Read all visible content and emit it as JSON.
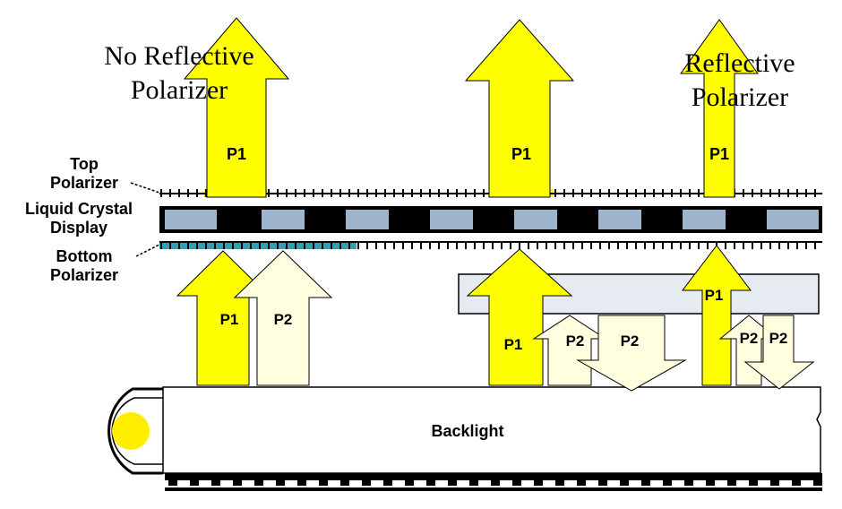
{
  "labels": {
    "no_reflective": [
      "No Reflective",
      "Polarizer"
    ],
    "reflective": [
      "Reflective",
      "Polarizer"
    ],
    "top_polarizer": [
      "Top",
      "Polarizer"
    ],
    "lcd": [
      "Liquid Crystal",
      "Display"
    ],
    "bottom_polarizer": [
      "Bottom",
      "Polarizer"
    ],
    "backlight": "Backlight"
  },
  "arrows": {
    "p1": "P1",
    "p2": "P2"
  },
  "colors": {
    "p1_fill": "#ffff00",
    "p2_fill": "#ffffe0",
    "lcd_cell": "#9db4cc",
    "lcd_pixel": "#000000",
    "reflective_film": "#e6ebf2",
    "bottom_polarizer_active": "#2ba3b3",
    "lamp": "#ffee00"
  }
}
